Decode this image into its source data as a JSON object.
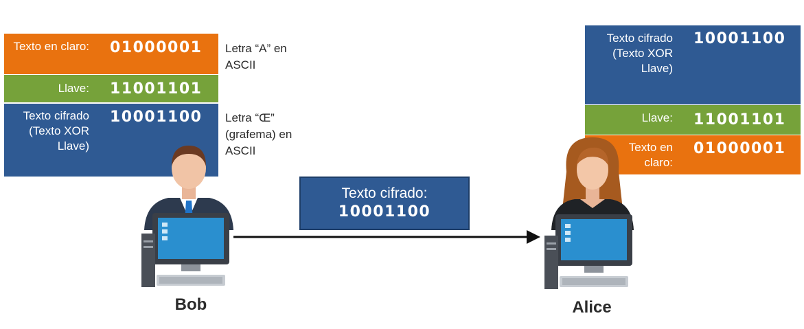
{
  "bob_table": {
    "plain_label": "Texto en claro:",
    "plain_value": "01000001",
    "key_label": "Llave:",
    "key_value": "11001101",
    "cipher_label": "Texto cifrado (Texto XOR Llave)",
    "cipher_value": "10001100"
  },
  "notes": {
    "letter_a": "Letra “A” en\nASCII",
    "letter_oe": "Letra “Œ”\n(grafema) en\nASCII"
  },
  "message": {
    "label": "Texto cifrado:",
    "value": "10001100"
  },
  "alice_table": {
    "cipher_label": "Texto cifrado (Texto XOR Llave)",
    "cipher_value": "10001100",
    "key_label": "Llave:",
    "key_value": "11001101",
    "plain_label": "Texto en claro:",
    "plain_value": "01000001"
  },
  "people": {
    "sender": "Bob",
    "receiver": "Alice"
  },
  "colors": {
    "plaintext": "#e9720f",
    "key": "#76a23a",
    "ciphertext": "#2f5a93"
  }
}
